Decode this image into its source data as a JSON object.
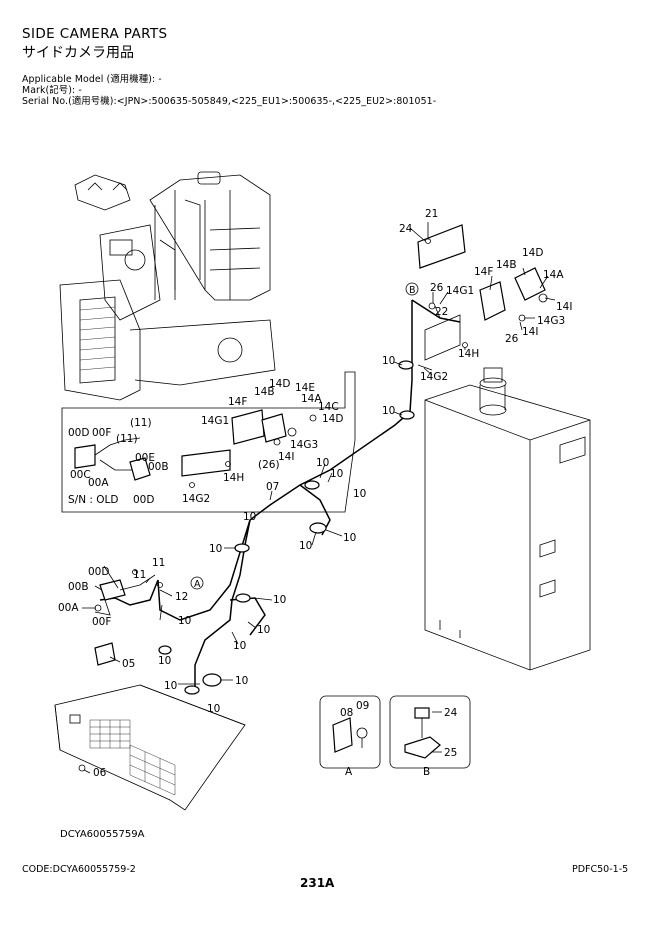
{
  "header": {
    "title_en": "SIDE CAMERA PARTS",
    "title_ja": "サイドカメラ用品",
    "applicable_model": "Applicable Model (適用機種): -",
    "mark": "Mark(記号): -",
    "serial": "Serial No.(適用号機):<JPN>:500635-505849,<225_EU1>:500635-,<225_EU2>:801051-"
  },
  "callouts": {
    "c21": "21",
    "c24": "24",
    "c14D": "14D",
    "c14B": "14B",
    "c14A": "14A",
    "c14F": "14F",
    "c14G1": "14G1",
    "c26": "26",
    "c22": "22",
    "c14I": "14I",
    "c14G3": "14G3",
    "c26b": "26",
    "c14Ib": "14I",
    "c14H": "14H",
    "c10": "10",
    "c14G2": "14G2",
    "c07": "07",
    "c00D": "00D",
    "c00B": "00B",
    "c00A": "00A",
    "c00F": "00F",
    "c05": "05",
    "c06": "06",
    "c11": "11",
    "c12": "12",
    "c08": "08",
    "c09": "09",
    "c25": "25",
    "marker_A": "A",
    "marker_B": "B"
  },
  "inset_old": {
    "c00D": "00D",
    "c00F": "00F",
    "c11a": "(11)",
    "c11b": "(11)",
    "c00C": "00C",
    "c00E": "00E",
    "c00B": "00B",
    "c00A": "00A",
    "c00Db": "00D",
    "sn": "S/N : OLD",
    "c14G1": "14G1",
    "c14F": "14F",
    "c14D": "14D",
    "c14B": "14B",
    "c14E": "14E",
    "c14A": "14A",
    "c14C": "14C",
    "c14Db": "14D",
    "c14G3": "14G3",
    "c14I": "14I",
    "c26": "(26)",
    "c14H": "14H",
    "c14G2": "14G2"
  },
  "detail_A": {
    "c08": "08",
    "c09": "09",
    "label": "A"
  },
  "detail_B": {
    "c24": "24",
    "c25": "25",
    "label": "B"
  },
  "footer": {
    "drawing_no": "DCYA60055759A",
    "code": "CODE:DCYA60055759-2",
    "ref": "PDFC50-1-5",
    "page": "231A"
  }
}
